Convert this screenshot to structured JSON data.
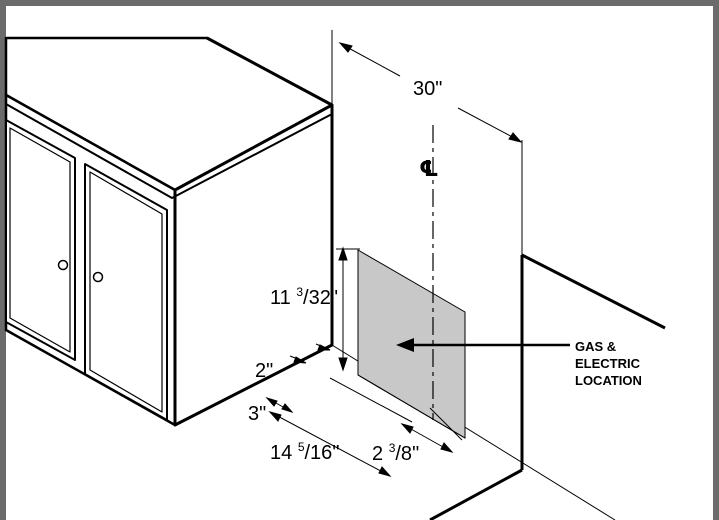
{
  "dimensions": {
    "width": "30\"",
    "height_whole": "11 ",
    "height_num": "3",
    "height_den": "/32",
    "height_unit": "\"",
    "side_gap": "2\"",
    "front_gap": "3\"",
    "depth_whole": "14 ",
    "depth_num": "5",
    "depth_den": "/16",
    "depth_unit": "\"",
    "offset_whole": "2 ",
    "offset_num": "3",
    "offset_den": "/8",
    "offset_unit": "\""
  },
  "centerline_symbol": "℄",
  "callout": {
    "line1": "GAS &",
    "line2": "ELECTRIC",
    "line3": "LOCATION"
  },
  "colors": {
    "frame": "#6b6b6b",
    "shaded_area": "#c8c8c8",
    "line": "#000000"
  }
}
